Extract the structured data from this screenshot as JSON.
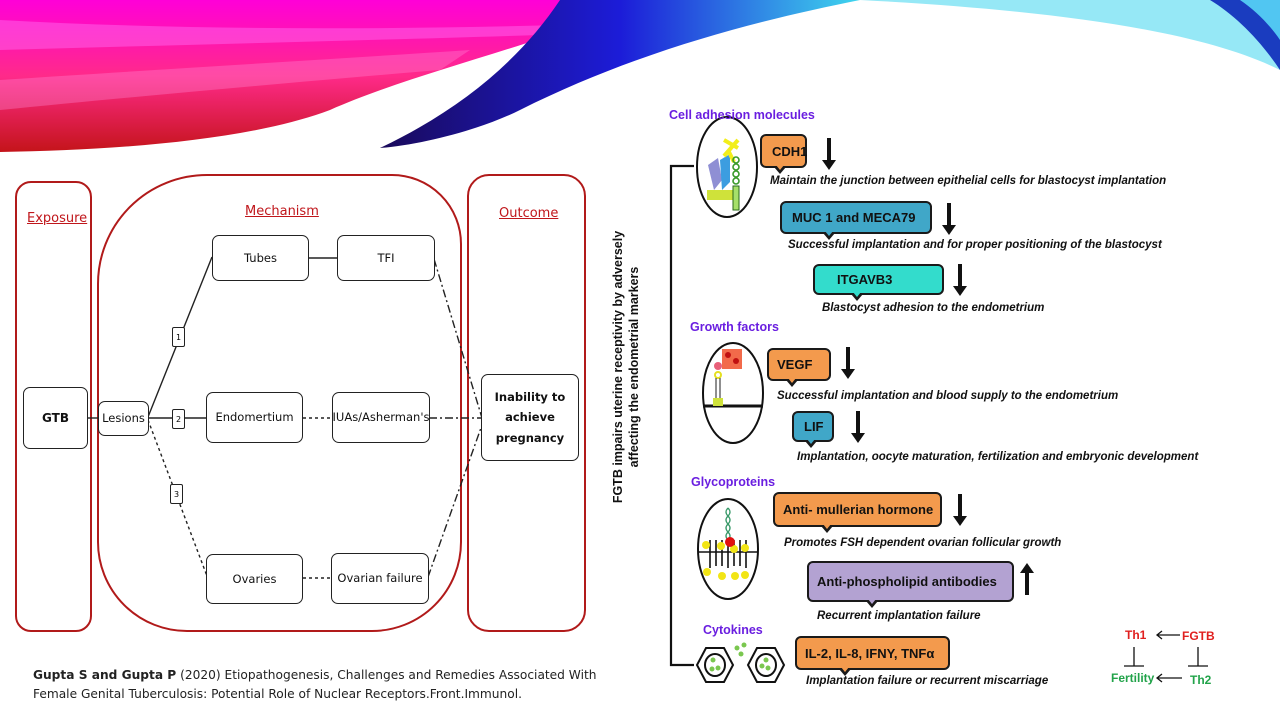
{
  "slide": {
    "banner_colors": {
      "magenta": "#ff00cc",
      "pink": "#ff1f7a",
      "red": "#cc1a1a",
      "navy": "#0a0a6a",
      "blue": "#1a1ad0",
      "cyan": "#3fd6ee"
    }
  },
  "left_diagram": {
    "columns": {
      "exposure": "Exposure",
      "mechanism": "Mechanism",
      "outcome": "Outcome"
    },
    "panel_color": "#b11a1a",
    "nodes": {
      "gtb": "GTB",
      "lesions": "Lesions",
      "tubes": "Tubes",
      "tfi": "TFI",
      "endometrium": "Endomertium",
      "iuas": "IUAs/Asherman's",
      "ovaries": "Ovaries",
      "ovarian_failure": "Ovarian failure",
      "outcome_lines": [
        "Inability to",
        "achieve",
        "pregnancy"
      ]
    },
    "pathway_numbers": [
      "1",
      "2",
      "3"
    ]
  },
  "right_diagram": {
    "vertical_label_lines": [
      "FGTB impairs uterine receptivity by adversely",
      "affecting the endometrial markers"
    ],
    "category_color": "#6a1ee0",
    "categories": [
      {
        "name": "Cell adhesion molecules"
      },
      {
        "name": "Growth factors"
      },
      {
        "name": "Glycoproteins"
      },
      {
        "name": "Cytokines"
      }
    ],
    "markers": [
      {
        "label": "CDH1",
        "color": "#f39a4d",
        "direction": "down",
        "description": "Maintain the junction between epithelial cells for blastocyst implantation"
      },
      {
        "label": "MUC 1 and MECA79",
        "color": "#40a7c8",
        "direction": "down",
        "description": "Successful implantation and for proper positioning of the blastocyst"
      },
      {
        "label": "ITGAVB3",
        "color": "#33dccc",
        "direction": "down",
        "description": "Blastocyst adhesion to the endometrium"
      },
      {
        "label": "VEGF",
        "color": "#f39a4d",
        "direction": "down",
        "description": "Successful implantation and blood supply to the endometrium"
      },
      {
        "label": "LIF",
        "color": "#40a7c8",
        "direction": "down",
        "description": "Implantation, oocyte maturation, fertilization and embryonic development"
      },
      {
        "label": "Anti- mullerian hormone",
        "color": "#f39a4d",
        "direction": "down",
        "description": "Promotes FSH dependent ovarian follicular growth"
      },
      {
        "label": "Anti-phospholipid antibodies",
        "color": "#b3a2d2",
        "direction": "up",
        "description": "Recurrent implantation failure"
      },
      {
        "label": "IL-2, IL-8, IFNY, TNFα",
        "color": "#f39a4d",
        "direction": "none",
        "description": "Implantation failure or recurrent miscarriage"
      }
    ],
    "th_diagram": {
      "th1": "Th1",
      "fgtb": "FGTB",
      "fertility": "Fertility",
      "th2": "Th2",
      "red": "#e0201f",
      "green": "#22a34a"
    }
  },
  "citation": {
    "authors": "Gupta S and Gupta P",
    "rest_line1": " (2020) Etiopathogenesis, Challenges and Remedies Associated With",
    "line2": "Female Genital Tuberculosis: Potential Role of Nuclear Receptors.Front.Immunol."
  }
}
